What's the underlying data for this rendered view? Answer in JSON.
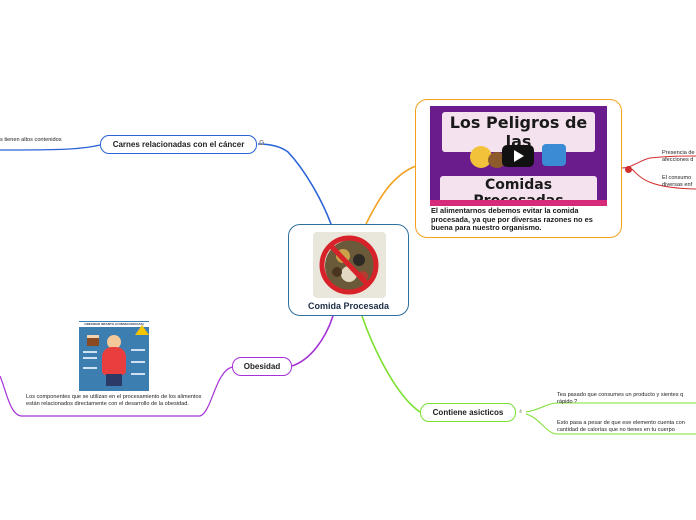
{
  "central": {
    "title": "Comida Procesada",
    "image_icon": "no-junk-food-image"
  },
  "topics": {
    "cancer": {
      "label": "Carnes relacionadas con el cáncer",
      "note_partial": "s tienen altos contenidos"
    },
    "obesidad": {
      "label": "Obesidad",
      "image_icon": "obesity-infographic",
      "infographic_title": "OBESIDAD INFANTIL (CONSECUENCIAS)",
      "note": "Los componentes que se utilizan en el procesamiento de los alimentos están relacionados directamente con el desarrollo de la obesidad."
    },
    "peligros": {
      "video_title_line1": "Los Peligros de las",
      "video_title_line2": "Comidas Procesadas",
      "note": "El alimentarnos debemos evitar la comida procesada, ya que por diversas razones no es buena para nuestro organismo.",
      "sub1": "Presencia de\nafecciones d",
      "sub2": "El consumo\ndiversas enf"
    },
    "asicticos": {
      "label": "Contiene asicticos",
      "sub1": "Tea pasado que consumes un producto y sientes q\nrápido ?",
      "sub2": "Esto pasa a pesar de que ese elemento cuenta con\ncantidad de calorías que no tienes en tu cuerpo"
    }
  },
  "colors": {
    "central_border": "#2e6f9e",
    "blue_branch": "#2a63d6",
    "orange_branch": "#f2a01e",
    "purple_branch": "#a531d6",
    "green_branch": "#7be02f"
  }
}
